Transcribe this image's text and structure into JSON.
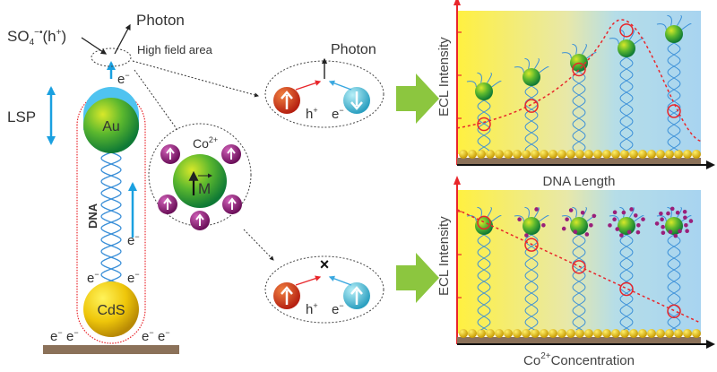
{
  "left_panel": {
    "species": "SO",
    "species_sub": "4",
    "species_sup": "−•",
    "species_paren": "(h",
    "species_paren_sup": "+",
    "species_paren_close": ")",
    "photon": "Photon",
    "high_field": "High field area",
    "lsp": "LSP",
    "au": "Au",
    "cds": "CdS",
    "dna": "DNA",
    "electron": "e",
    "electron_sup": "−"
  },
  "cobalt": {
    "label": "Co",
    "label_sup": "2+",
    "moment": "M"
  },
  "top_process": {
    "photon": "Photon",
    "hole": "h",
    "hole_sup": "+",
    "electron": "e",
    "electron_sup": "−"
  },
  "bottom_process": {
    "blocked": "×",
    "hole": "h",
    "hole_sup": "+",
    "electron": "e",
    "electron_sup": "−"
  },
  "colors": {
    "red": "#e8262b",
    "blue": "#1aa0e0",
    "green_arrow": "#8cc63f",
    "substrate": "#8b7159",
    "purple": "#9a1f7a"
  },
  "chart_data": [
    {
      "type": "line",
      "title": "",
      "xlabel": "DNA Length",
      "ylabel": "ECL Intensity",
      "x": [
        1,
        2,
        3,
        4,
        5
      ],
      "values": [
        0.23,
        0.37,
        0.65,
        0.95,
        0.33
      ],
      "trend": "rises to a peak at the 4th DNA length, then falls",
      "ylim": [
        0,
        1.1
      ],
      "grid": false
    },
    {
      "type": "line",
      "title": "",
      "xlabel": "Co",
      "xlabel_sup": "2+",
      "xlabel_rest": "Concentration",
      "ylabel": "ECL Intensity",
      "x": [
        1,
        2,
        3,
        4,
        5
      ],
      "values": [
        0.85,
        0.68,
        0.51,
        0.34,
        0.17
      ],
      "trend": "linear decrease",
      "ylim": [
        0,
        1.1
      ],
      "grid": false
    }
  ]
}
